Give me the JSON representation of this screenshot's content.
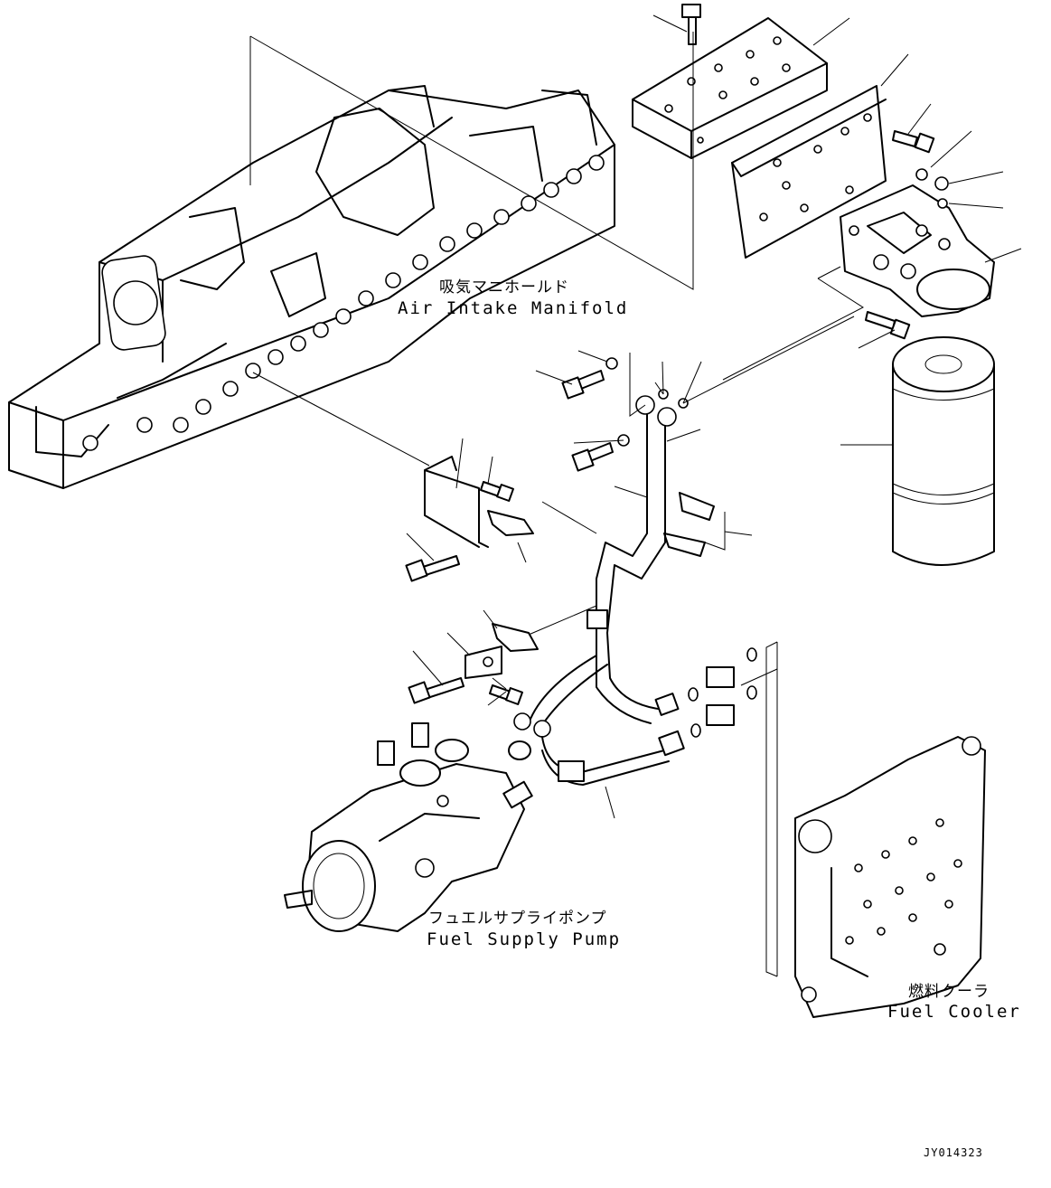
{
  "labels": {
    "air_intake_manifold_jp": "吸気マニホールド",
    "air_intake_manifold_en": "Air Intake Manifold",
    "fuel_supply_pump_jp": "フュエルサプライポンプ",
    "fuel_supply_pump_en": "Fuel Supply Pump",
    "fuel_cooler_jp": "燃料クーラ",
    "fuel_cooler_en": "Fuel Cooler",
    "drawing_code": "JY014323"
  }
}
